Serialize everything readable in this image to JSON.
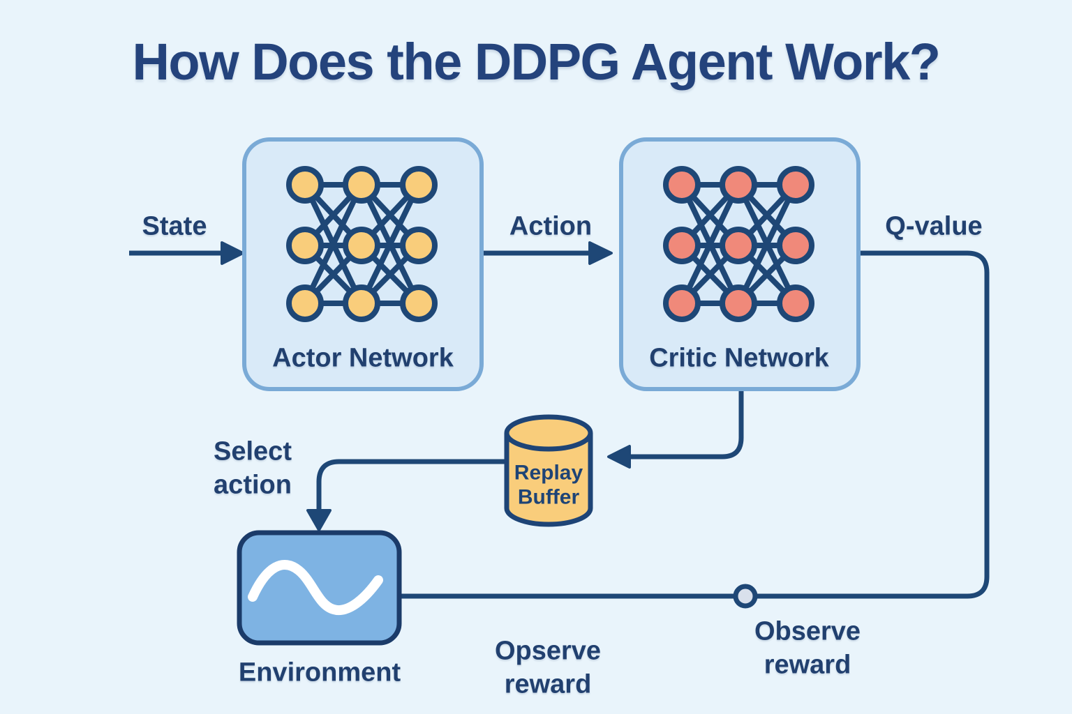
{
  "title": "How Does the DDPG Agent Work?",
  "labels": {
    "state": "State",
    "action": "Action",
    "q_value": "Q-value",
    "select_action": "Select action",
    "opserve_reward": "Opserve reward",
    "observe_reward": "Observe reward"
  },
  "boxes": {
    "actor": {
      "label": "Actor Network",
      "node_color": "#f9cd7b"
    },
    "critic": {
      "label": "Critic Network",
      "node_color": "#f0897a"
    },
    "replay_buffer": {
      "label": "Replay Buffer"
    },
    "environment": {
      "label": "Environment"
    }
  },
  "network": {
    "layers": 3,
    "nodes_per_layer": 3
  },
  "colors": {
    "background": "#e9f4fb",
    "line_navy": "#1e4776",
    "text_navy": "#21406f",
    "title_navy": "#24437c",
    "network_box_fill": "#d9eaf8",
    "network_box_border": "#7aaad6",
    "actor_node_fill": "#f9cd7b",
    "critic_node_fill": "#f0897a",
    "environment_fill": "#7eb3e3",
    "environment_border": "#1b3b69",
    "replay_buffer_fill": "#f9cd7b",
    "junction_dot_fill": "#d9e0ec",
    "wave": "#ffffff"
  }
}
